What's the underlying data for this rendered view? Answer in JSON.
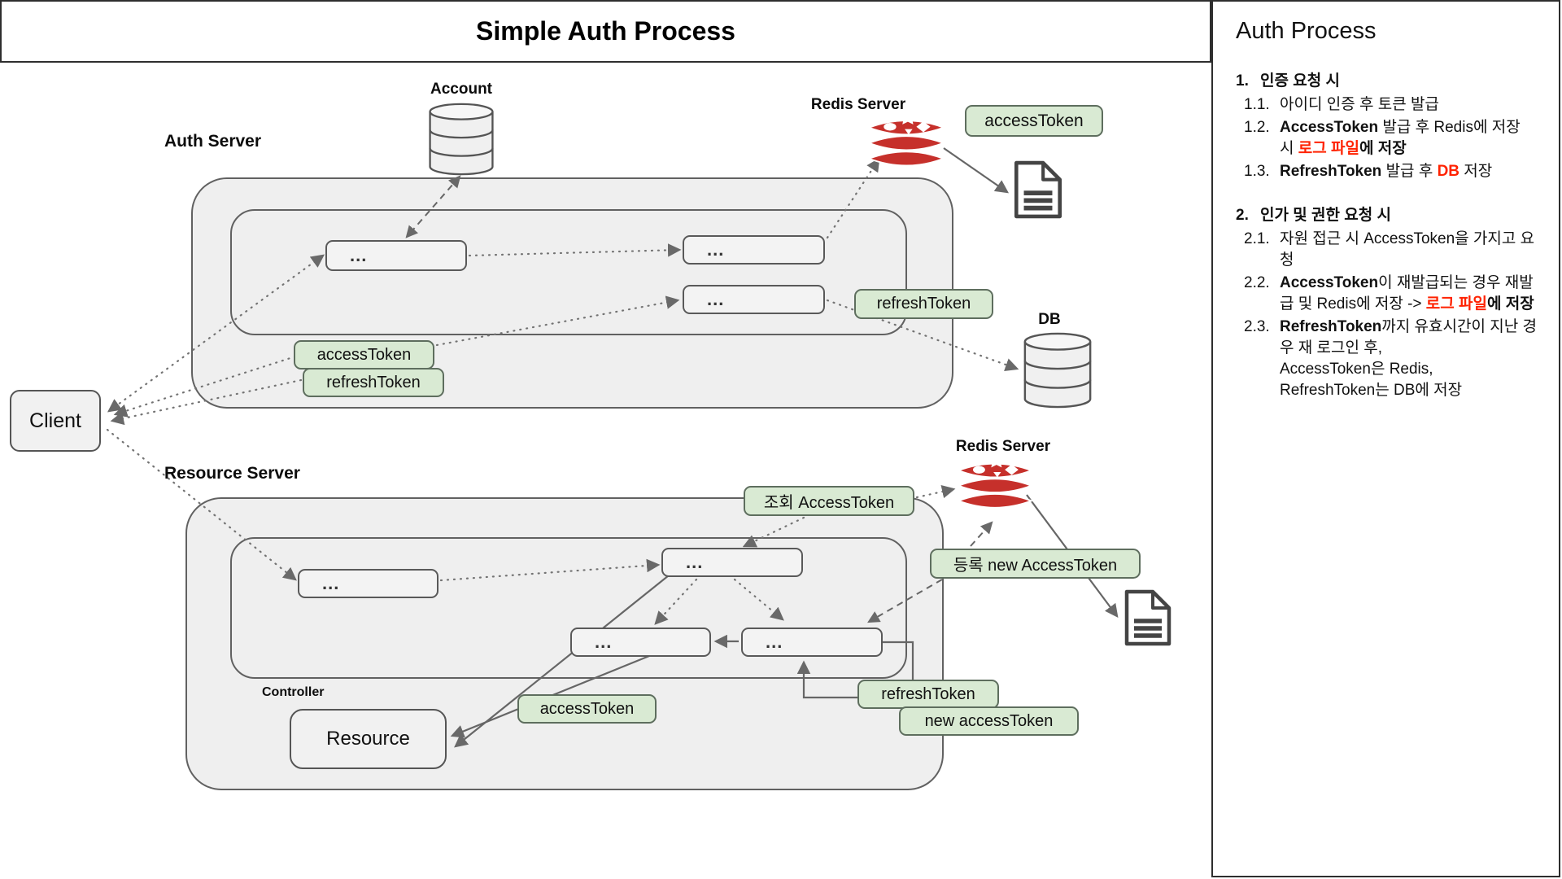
{
  "title_bar": {
    "title": "Simple Auth Process"
  },
  "panel": {
    "title": "Auth Process",
    "sections": [
      {
        "num": "1.",
        "heading": "인증 요청 시",
        "items": [
          {
            "num": "1.1.",
            "parts": {
              "p0": "아이디 인증 후 토큰 발급"
            }
          },
          {
            "num": "1.2.",
            "parts": {
              "p0": "AccessToken",
              "p1": " 발급 후 Redis에 저장 시 ",
              "p2": "로그 파일",
              "p3": "에 저장"
            }
          },
          {
            "num": "1.3.",
            "parts": {
              "p0": "RefreshToken",
              "p1": " 발급 후 ",
              "p2": "DB",
              "p3": " 저장"
            }
          }
        ]
      },
      {
        "num": "2.",
        "heading": "인가 및 권한 요청 시",
        "items": [
          {
            "num": "2.1.",
            "parts": {
              "p0": "자원 접근 시 AccessToken을 가지고 요청"
            }
          },
          {
            "num": "2.2.",
            "parts": {
              "p0": "AccessToken",
              "p1": "이 재발급되는 경우 재발급 및 Redis에 저장 -> ",
              "p2": "로그 파일",
              "p3": "에 저장"
            }
          },
          {
            "num": "2.3.",
            "parts": {
              "p0": "RefreshToken",
              "p1": "까지 유효시간이 지난 경우 재 로그인 후,\nAccessToken은 Redis,\nRefreshToken는 DB에 저장"
            }
          }
        ]
      }
    ]
  },
  "diagram": {
    "labels": {
      "account": "Account",
      "auth_server": "Auth Server",
      "redis_top": "Redis Server",
      "db": "DB",
      "client": "Client",
      "resource_server": "Resource Server",
      "redis_bottom": "Redis Server",
      "controller": "Controller",
      "resource": "Resource",
      "ellipsis": "..."
    },
    "pills": {
      "access_token_top": "accessToken",
      "refresh_token_auth_inner": "refreshToken",
      "access_token_auth": "accessToken",
      "refresh_token_auth": "refreshToken",
      "lookup_access_token": "조회 AccessToken",
      "register_new_access_token": "등록 new AccessToken",
      "access_token_resource": "accessToken",
      "refresh_token_resource": "refreshToken",
      "new_access_token": "new accessToken"
    },
    "colors": {
      "pill_bg": "#d9ead3",
      "container_bg": "#efefef",
      "box_border": "#595959",
      "redis_red": "#c6302b",
      "arrow_gray": "#666666",
      "highlight_red": "#ff2200"
    }
  }
}
